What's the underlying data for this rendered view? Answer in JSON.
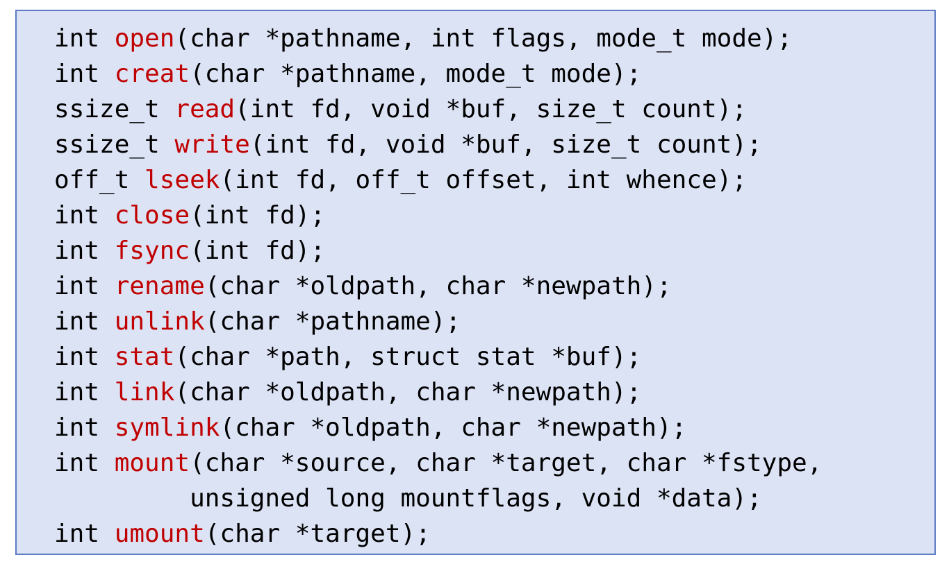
{
  "panel": {
    "background_color": "#DCE3F5",
    "border_color": "#5B7BC4",
    "text_color": "#000000",
    "accent_color": "#C00000"
  },
  "code": {
    "language": "c",
    "lines": [
      {
        "prefix": "int ",
        "fn": "open",
        "suffix": "(char *pathname, int flags, mode_t mode);"
      },
      {
        "prefix": "int ",
        "fn": "creat",
        "suffix": "(char *pathname, mode_t mode);"
      },
      {
        "prefix": "ssize_t ",
        "fn": "read",
        "suffix": "(int fd, void *buf, size_t count);"
      },
      {
        "prefix": "ssize_t ",
        "fn": "write",
        "suffix": "(int fd, void *buf, size_t count);"
      },
      {
        "prefix": "off_t ",
        "fn": "lseek",
        "suffix": "(int fd, off_t offset, int whence);"
      },
      {
        "prefix": "int ",
        "fn": "close",
        "suffix": "(int fd);"
      },
      {
        "prefix": "int ",
        "fn": "fsync",
        "suffix": "(int fd);"
      },
      {
        "prefix": "int ",
        "fn": "rename",
        "suffix": "(char *oldpath, char *newpath);"
      },
      {
        "prefix": "int ",
        "fn": "unlink",
        "suffix": "(char *pathname);"
      },
      {
        "prefix": "int ",
        "fn": "stat",
        "suffix": "(char *path, struct stat *buf);"
      },
      {
        "prefix": "int ",
        "fn": "link",
        "suffix": "(char *oldpath, char *newpath);"
      },
      {
        "prefix": "int ",
        "fn": "symlink",
        "suffix": "(char *oldpath, char *newpath);"
      },
      {
        "prefix": "int ",
        "fn": "mount",
        "suffix": "(char *source, char *target, char *fstype,"
      },
      {
        "prefix": "         unsigned long mountflags, void *data);",
        "fn": "",
        "suffix": ""
      },
      {
        "prefix": "int ",
        "fn": "umount",
        "suffix": "(char *target);"
      }
    ]
  }
}
